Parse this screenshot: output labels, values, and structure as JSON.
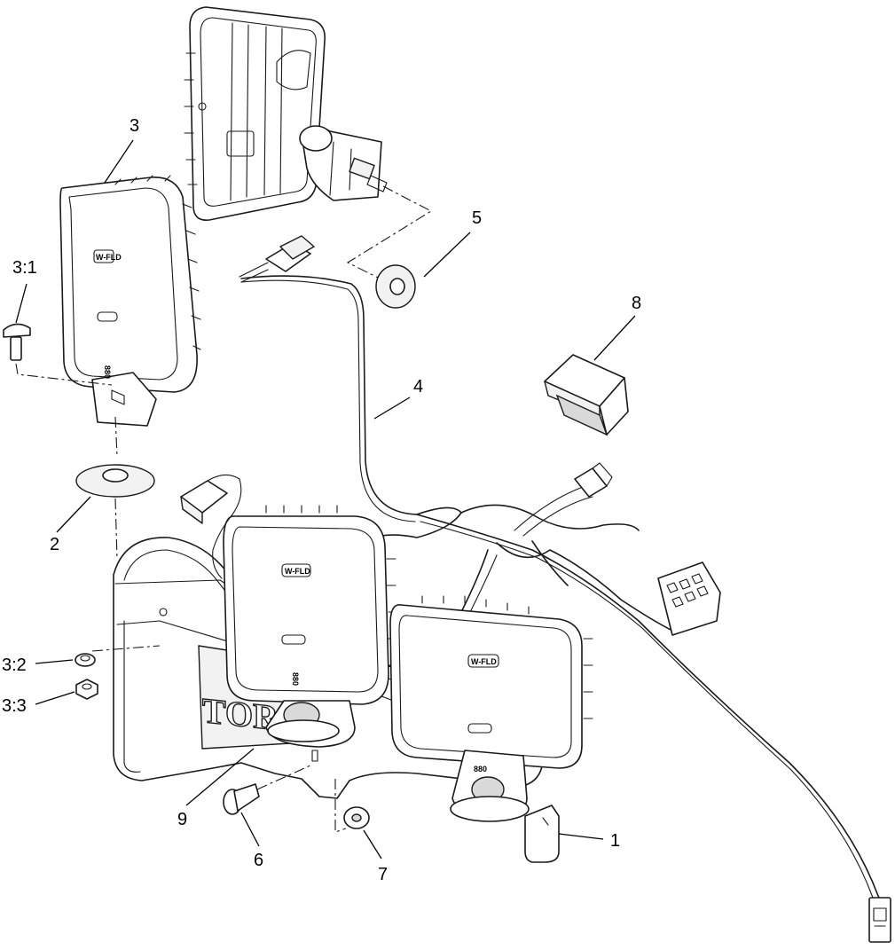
{
  "callouts": {
    "c1": "1",
    "c2": "2",
    "c3": "3",
    "c3_1": "3:1",
    "c3_2": "3:2",
    "c3_3": "3:3",
    "c4": "4",
    "c5": "5",
    "c6": "6",
    "c7": "7",
    "c8": "8",
    "c9": "9"
  },
  "lamp_labels": {
    "front": "W-FLD",
    "code": "880"
  },
  "bracket_brand": "TORO"
}
